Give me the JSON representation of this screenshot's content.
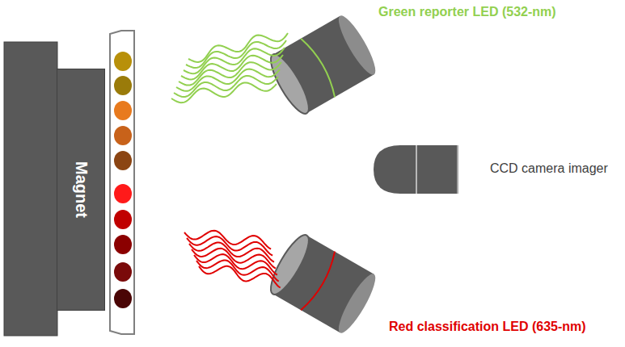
{
  "diagram": {
    "nodes": [
      {
        "text": [
          "Magnet"
        ]
      }
    ],
    "labels": [
      "Green reporter LED (532-nm)",
      "CCD camera imager",
      "Red classification LED (635-nm)"
    ]
  }
}
